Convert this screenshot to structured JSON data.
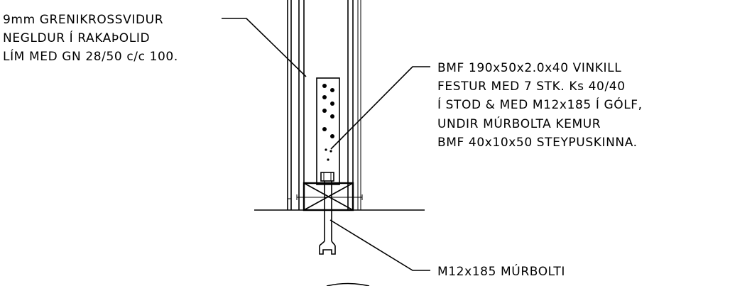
{
  "annotations": {
    "sheathing": [
      "9mm GRENIKROSSVIDUR",
      "NEGLDUR Í RAKAÞOLID",
      "LÍM MED GN 28/50 c/c 100."
    ],
    "bracket": [
      "BMF 190x50x2.0x40 VINKILL",
      "FESTUR MED 7 STK. Ks 40/40",
      "Í STOD & MED M12x185 Í GÓLF,",
      "UNDIR MÚRBOLTA KEMUR",
      "BMF 40x10x50 STEYPUSKINNA."
    ],
    "bolt": [
      "M12x185 MÚRBOLTI"
    ]
  }
}
